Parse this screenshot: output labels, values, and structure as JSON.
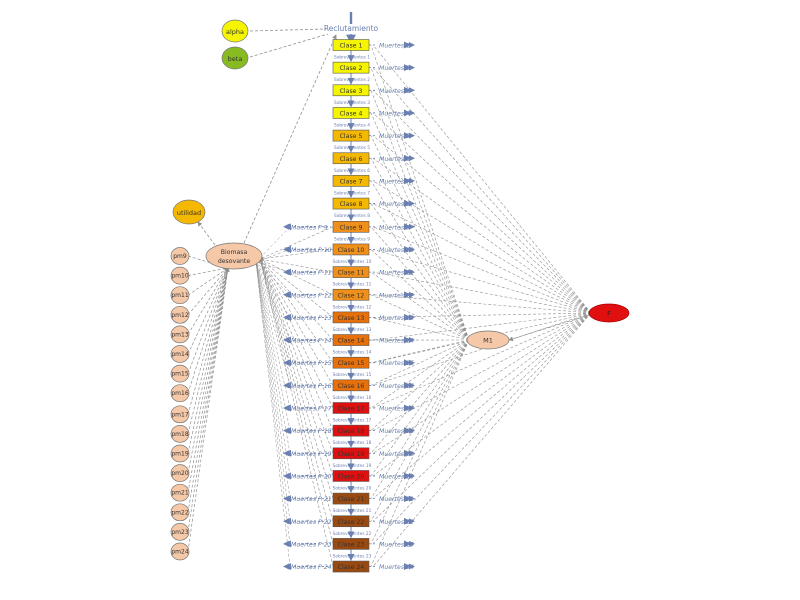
{
  "top_label": "Reclutamiento",
  "params": {
    "alpha": "alpha",
    "beta": "beta"
  },
  "utilidad": "utilidad",
  "biomasa": "Biomasa desovante",
  "m1": "M1",
  "f_node": "F",
  "classes": [
    {
      "label": "Clase 1",
      "muertes": "Muertes 1",
      "sobrev": "Sobrevivientes 1",
      "mp": ""
    },
    {
      "label": "Clase 2",
      "muertes": "Muertes 2",
      "sobrev": "Sobrevivientes 2",
      "mp": ""
    },
    {
      "label": "Clase 3",
      "muertes": "Muertes 3",
      "sobrev": "Sobrevivientes 3",
      "mp": ""
    },
    {
      "label": "Clase 4",
      "muertes": "Muertes 4",
      "sobrev": "Sobrevivientes 4",
      "mp": ""
    },
    {
      "label": "Clase 5",
      "muertes": "Muertes 5",
      "sobrev": "Sobrevivientes 5",
      "mp": ""
    },
    {
      "label": "Clase 6",
      "muertes": "Muertes 6",
      "sobrev": "Sobrevivientes 6",
      "mp": ""
    },
    {
      "label": "Clase 7",
      "muertes": "Muertes 7",
      "sobrev": "Sobrevivientes 7",
      "mp": ""
    },
    {
      "label": "Clase 8",
      "muertes": "Muertes 8",
      "sobrev": "Sobrevivientes 8",
      "mp": ""
    },
    {
      "label": "Clase 9",
      "muertes": "Muertes 9",
      "sobrev": "Sobrevivientes 9",
      "mp": "Muertes P 9"
    },
    {
      "label": "Clase 10",
      "muertes": "Muertes 10",
      "sobrev": "Sobrevivientes 10",
      "mp": "Muertes P 10"
    },
    {
      "label": "Clase 11",
      "muertes": "Muertes 11",
      "sobrev": "Sobrevivientes 11",
      "mp": "Muertes P 11"
    },
    {
      "label": "Clase 12",
      "muertes": "Muertes 12",
      "sobrev": "Sobrevivientes 12",
      "mp": "Muertes P 12"
    },
    {
      "label": "Clase 13",
      "muertes": "Muertes 13",
      "sobrev": "Sobrevivientes 13",
      "mp": "Muertes P 13"
    },
    {
      "label": "Clase 14",
      "muertes": "Muertes 14",
      "sobrev": "Sobrevivientes 14",
      "mp": "Muertes P 14"
    },
    {
      "label": "Clase 15",
      "muertes": "Muertes 15",
      "sobrev": "Sobrevivientes 15",
      "mp": "Muertes P 15"
    },
    {
      "label": "Clase 16",
      "muertes": "Muertes 16",
      "sobrev": "Sobrevivientes 16",
      "mp": "Muertes P 16"
    },
    {
      "label": "Clase 17",
      "muertes": "Muertes 17",
      "sobrev": "Sobrevivientes 17",
      "mp": "Muertes P 17"
    },
    {
      "label": "Clase 18",
      "muertes": "Muertes 18",
      "sobrev": "Sobrevivientes 18",
      "mp": "Muertes P 18"
    },
    {
      "label": "Clase 19",
      "muertes": "Muertes 19",
      "sobrev": "Sobrevivientes 19",
      "mp": "Muertes P 19"
    },
    {
      "label": "Clase 20",
      "muertes": "Muertes 20",
      "sobrev": "Sobrevivientes 20",
      "mp": "Muertes P 20"
    },
    {
      "label": "Clase 21",
      "muertes": "Muertes 21",
      "sobrev": "Sobrevivientes 21",
      "mp": "Muertes P 21"
    },
    {
      "label": "Clase 22",
      "muertes": "Muertes 22",
      "sobrev": "Sobrevivientes 22",
      "mp": "Muertes P 22"
    },
    {
      "label": "Clase 23",
      "muertes": "Muertes 23",
      "sobrev": "Sobrevivientes 23",
      "mp": "Muertes P 23"
    },
    {
      "label": "Clase 24",
      "muertes": "Muertes 24",
      "sobrev": "",
      "mp": "Muertes P 24"
    }
  ],
  "pm_nodes": [
    "pm9",
    "pm10",
    "pm11",
    "pm12",
    "pm13",
    "pm14",
    "pm15",
    "pm16",
    "pm17",
    "pm18",
    "pm19",
    "pm20",
    "pm21",
    "pm22",
    "pm23",
    "pm24"
  ],
  "colors": {
    "class_fills": [
      "#f5f500",
      "#f5f500",
      "#f5f500",
      "#f5f500",
      "#f5b800",
      "#f5b800",
      "#f5b800",
      "#f5b800",
      "#f0901a",
      "#f0901a",
      "#f0901a",
      "#f0901a",
      "#e8700a",
      "#e8700a",
      "#e8700a",
      "#e8700a",
      "#e01010",
      "#e01010",
      "#e01010",
      "#e01010",
      "#9a4a10",
      "#9a4a10",
      "#9a4a10",
      "#9a4a10"
    ],
    "alpha": "#f5f500",
    "beta": "#88bb22",
    "utilidad": "#f5b800",
    "peach": "#f5c8a8",
    "f_node": "#e01010",
    "link": "#6a80b0",
    "line": "#909090"
  }
}
